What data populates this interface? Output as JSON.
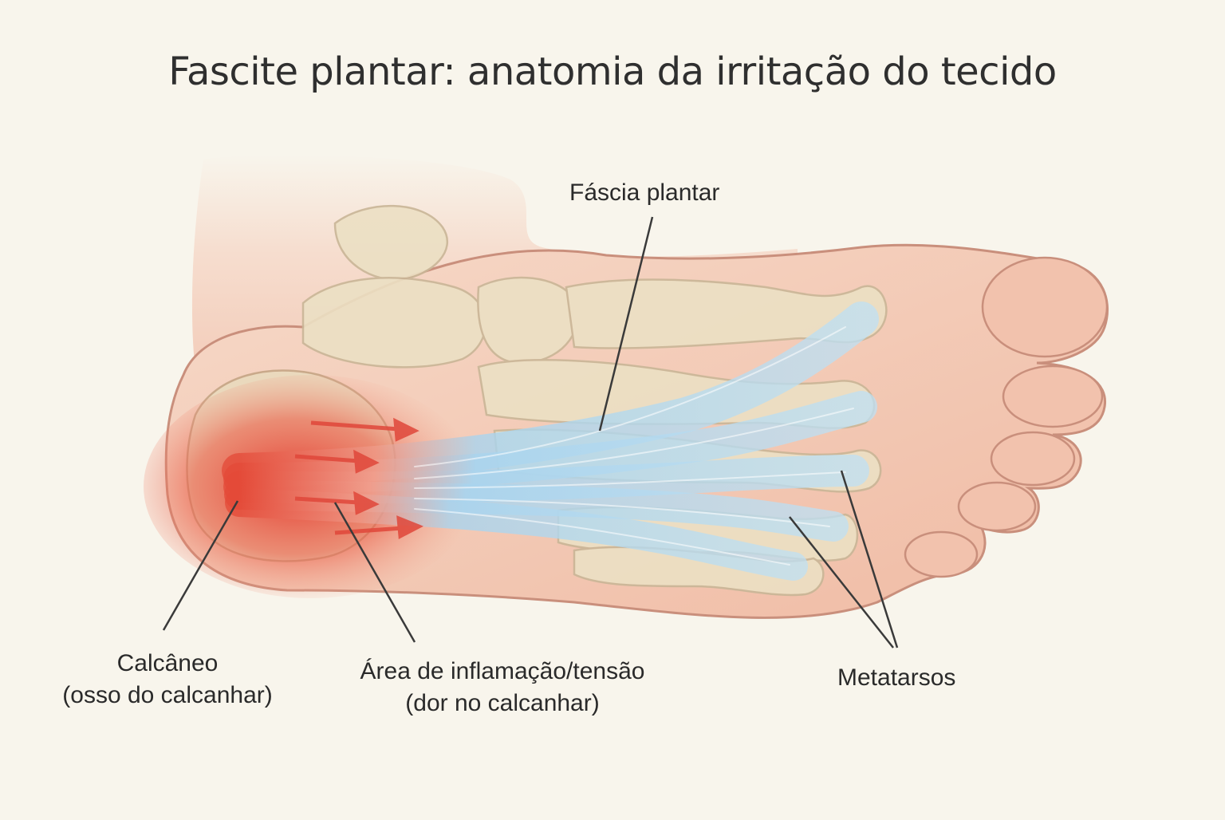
{
  "title": "Fascite plantar: anatomia da irritação do tecido",
  "labels": {
    "fascia": "Fáscia plantar",
    "calcaneo_line1": "Calcâneo",
    "calcaneo_line2": "(osso do calcanhar)",
    "inflam_line1": "Área de inflamação/tensão",
    "inflam_line2": "(dor no calcanhar)",
    "metatarsos": "Metatarsos"
  },
  "colors": {
    "background": "#f8f5ec",
    "skin": "#f3c8b4",
    "skin_outline": "#c98f7c",
    "bone": "#ece0c4",
    "fascia": "#a9d3ec",
    "inflammation": "#e23a2c",
    "leader_line": "#3a3a3a"
  }
}
